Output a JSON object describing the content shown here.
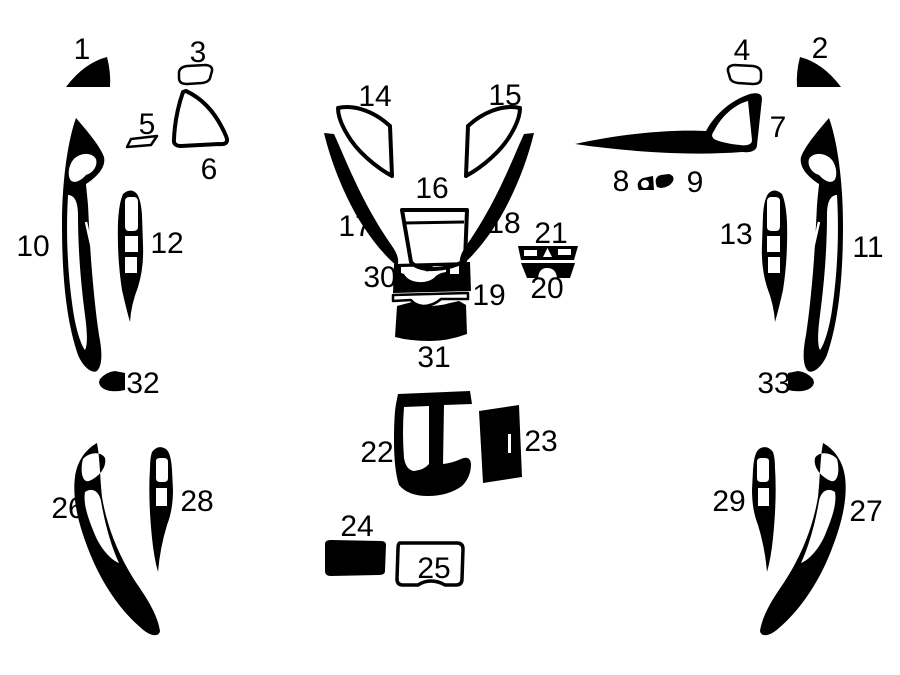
{
  "diagram": {
    "background_color": "#ffffff",
    "ink_color": "#000000",
    "parts": [
      {
        "label": "1"
      },
      {
        "label": "2"
      },
      {
        "label": "3"
      },
      {
        "label": "4"
      },
      {
        "label": "5"
      },
      {
        "label": "6"
      },
      {
        "label": "7"
      },
      {
        "label": "8"
      },
      {
        "label": "9"
      },
      {
        "label": "10"
      },
      {
        "label": "11"
      },
      {
        "label": "12"
      },
      {
        "label": "13"
      },
      {
        "label": "14"
      },
      {
        "label": "15"
      },
      {
        "label": "16"
      },
      {
        "label": "17"
      },
      {
        "label": "18"
      },
      {
        "label": "19"
      },
      {
        "label": "20"
      },
      {
        "label": "21"
      },
      {
        "label": "22"
      },
      {
        "label": "23"
      },
      {
        "label": "24"
      },
      {
        "label": "25"
      },
      {
        "label": "26"
      },
      {
        "label": "27"
      },
      {
        "label": "28"
      },
      {
        "label": "29"
      },
      {
        "label": "30"
      },
      {
        "label": "31"
      },
      {
        "label": "32"
      },
      {
        "label": "33"
      }
    ]
  }
}
